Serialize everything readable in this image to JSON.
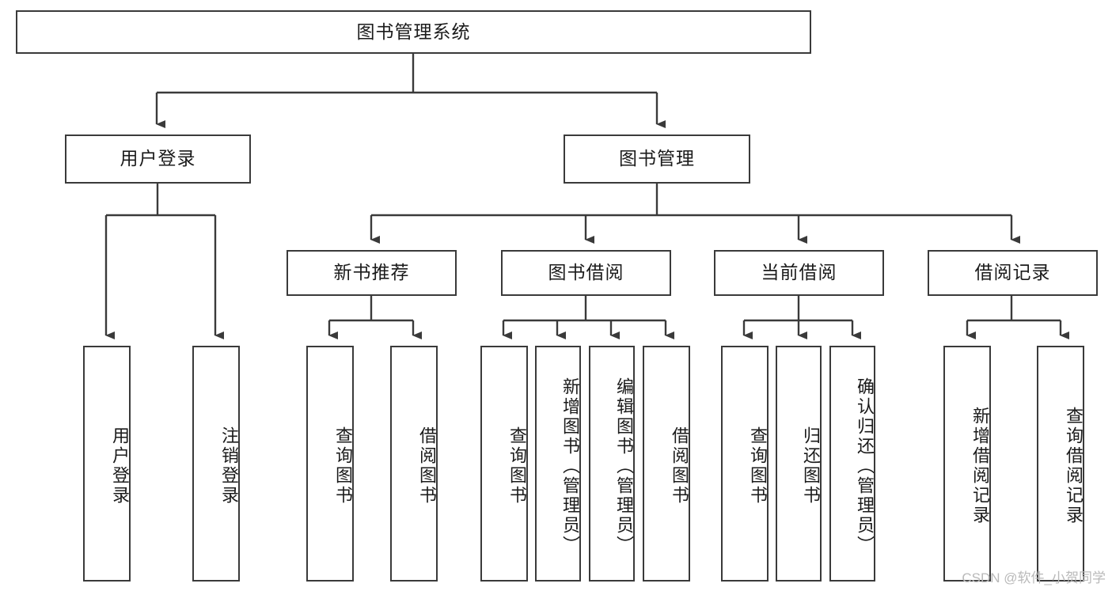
{
  "diagram": {
    "title": "图书管理系统",
    "type": "tree-hierarchy",
    "watermark": "CSDN @软件_小贺同学",
    "colors": {
      "border": "#3a3a3a",
      "text": "#1b1b1b",
      "background": "#ffffff",
      "connector": "#3a3a3a",
      "watermark": "#b9b9b9"
    },
    "levels": {
      "level1": [
        {
          "id": "root",
          "label": "图书管理系统"
        }
      ],
      "level2": [
        {
          "id": "user-login",
          "label": "用户登录"
        },
        {
          "id": "book-management",
          "label": "图书管理"
        }
      ],
      "level3": [
        {
          "id": "new-book-recommend",
          "label": "新书推荐"
        },
        {
          "id": "book-borrow",
          "label": "图书借阅"
        },
        {
          "id": "current-borrow",
          "label": "当前借阅"
        },
        {
          "id": "borrow-record",
          "label": "借阅记录"
        }
      ],
      "level4": [
        {
          "id": "leaf-user-login",
          "label": "用户登录",
          "parent": "user-login"
        },
        {
          "id": "leaf-logout-login",
          "label": "注销登录",
          "parent": "user-login"
        },
        {
          "id": "leaf-query-book-1",
          "label": "查询图书",
          "parent": "new-book-recommend"
        },
        {
          "id": "leaf-borrow-book-1",
          "label": "借阅图书",
          "parent": "new-book-recommend"
        },
        {
          "id": "leaf-query-book-2",
          "label": "查询图书",
          "parent": "book-borrow"
        },
        {
          "id": "leaf-add-book",
          "label": "新增图书（管理员）",
          "parent": "book-borrow"
        },
        {
          "id": "leaf-edit-book",
          "label": "编辑图书（管理员）",
          "parent": "book-borrow"
        },
        {
          "id": "leaf-borrow-book-2",
          "label": "借阅图书",
          "parent": "book-borrow"
        },
        {
          "id": "leaf-query-book-3",
          "label": "查询图书",
          "parent": "current-borrow"
        },
        {
          "id": "leaf-return-book",
          "label": "归还图书",
          "parent": "current-borrow"
        },
        {
          "id": "leaf-confirm-return",
          "label": "确认归还（管理员）",
          "parent": "current-borrow"
        },
        {
          "id": "leaf-add-record",
          "label": "新增借阅记录",
          "parent": "borrow-record"
        },
        {
          "id": "leaf-query-record",
          "label": "查询借阅记录",
          "parent": "borrow-record"
        }
      ]
    }
  }
}
